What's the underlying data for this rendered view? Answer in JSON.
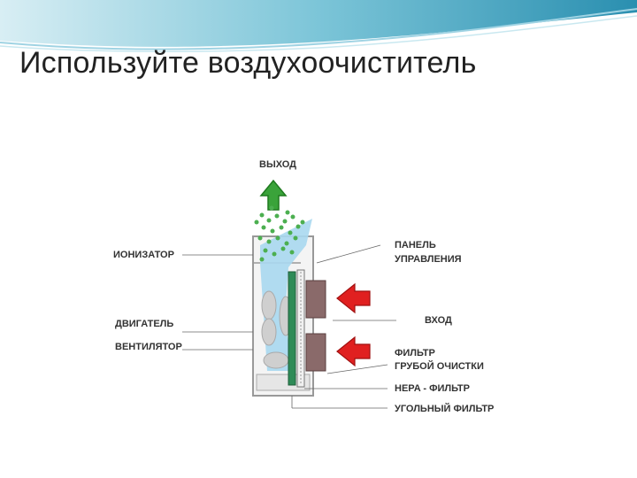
{
  "slide": {
    "title": "Используйте воздухоочиститель"
  },
  "diagram": {
    "labels": {
      "output": "ВЫХОД",
      "ionizer": "ИОНИЗАТОР",
      "control_panel_line1": "ПАНЕЛЬ",
      "control_panel_line2": "УПРАВЛЕНИЯ",
      "input": "ВХОД",
      "motor": "ДВИГАТЕЛЬ",
      "fan": "ВЕНТИЛЯТОР",
      "coarse_filter_line1": "ФИЛЬТР",
      "coarse_filter_line2": "ГРУБОЙ ОЧИСТКИ",
      "hepa_filter": "HEPA - ФИЛЬТР",
      "carbon_filter": "УГОЛЬНЫЙ ФИЛЬТР"
    },
    "colors": {
      "arrow_out": "#3aa33a",
      "arrow_in": "#e02020",
      "airflow": "#a8d8f0",
      "filter": "#8a6a6a",
      "ion_dots": "#4caf50",
      "hepa": "#2e8b57"
    }
  }
}
